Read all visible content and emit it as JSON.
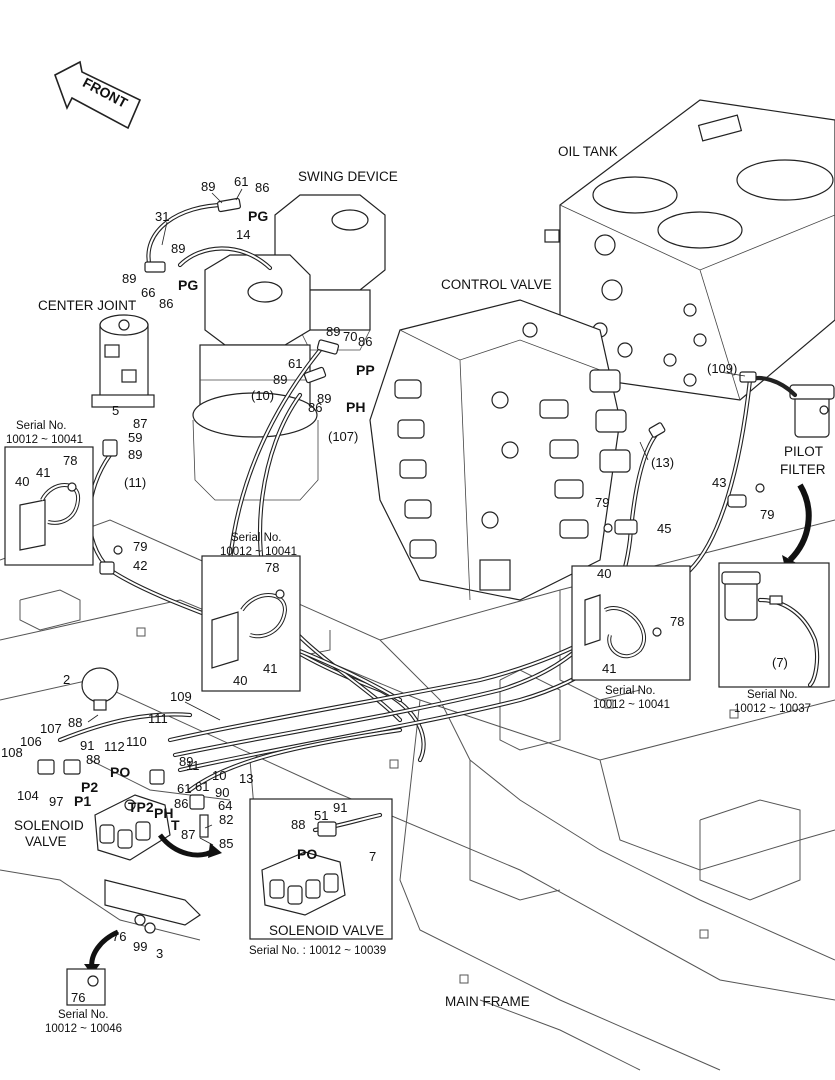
{
  "front_arrow": {
    "label": "FRONT"
  },
  "components": {
    "oil_tank": "OIL TANK",
    "swing_device": "SWING DEVICE",
    "control_valve": "CONTROL VALVE",
    "center_joint": "CENTER JOINT",
    "pilot_filter_line1": "PILOT",
    "pilot_filter_line2": "FILTER",
    "solenoid_valve_line1": "SOLENOID",
    "solenoid_valve_line2": "VALVE",
    "main_frame": "MAIN FRAME"
  },
  "callouts": [
    "89",
    "61",
    "86",
    "PG",
    "31",
    "14",
    "89",
    "89",
    "66",
    "86",
    "PG",
    "89",
    "70",
    "86",
    "PP",
    "61",
    "89",
    "89",
    "(10)",
    "86",
    "PH",
    "(107)",
    "5",
    "87",
    "59",
    "89",
    "(11)",
    "79",
    "42",
    "(109)",
    "(13)",
    "43",
    "79",
    "79",
    "45",
    "2",
    "88",
    "109",
    "111",
    "107",
    "106",
    "108",
    "91",
    "88",
    "112",
    "110",
    "PO",
    "89",
    "61",
    "11",
    "10",
    "13",
    "104",
    "97",
    "P2",
    "P1",
    "TP2",
    "PH",
    "86",
    "90",
    "61",
    "64",
    "T",
    "87",
    "82",
    "85",
    "76",
    "99",
    "3"
  ],
  "insets": {
    "center_joint_clamp": {
      "serial_label": "Serial No.",
      "serial_range": "10012 ~ 10041",
      "callouts": [
        "41",
        "78",
        "40"
      ]
    },
    "middle_clamp": {
      "serial_label": "Serial No.",
      "serial_range": "10012 ~ 10041",
      "callouts": [
        "78",
        "41",
        "40"
      ]
    },
    "right_clamp": {
      "serial_label": "Serial No.",
      "serial_range": "10012 ~ 10041",
      "callouts": [
        "40",
        "78",
        "41"
      ]
    },
    "pilot_filter": {
      "serial_label": "Serial No.",
      "serial_range": "10012 ~ 10037",
      "callouts": [
        "(7)"
      ]
    },
    "solenoid_valve": {
      "title": "SOLENOID VALVE",
      "serial_text": "Serial No. : 10012 ~ 10039",
      "callouts": [
        "88",
        "51",
        "91",
        "PO",
        "7"
      ]
    },
    "bolt": {
      "serial_label": "Serial No.",
      "serial_range": "10012 ~ 10046",
      "callouts": [
        "76"
      ]
    }
  }
}
